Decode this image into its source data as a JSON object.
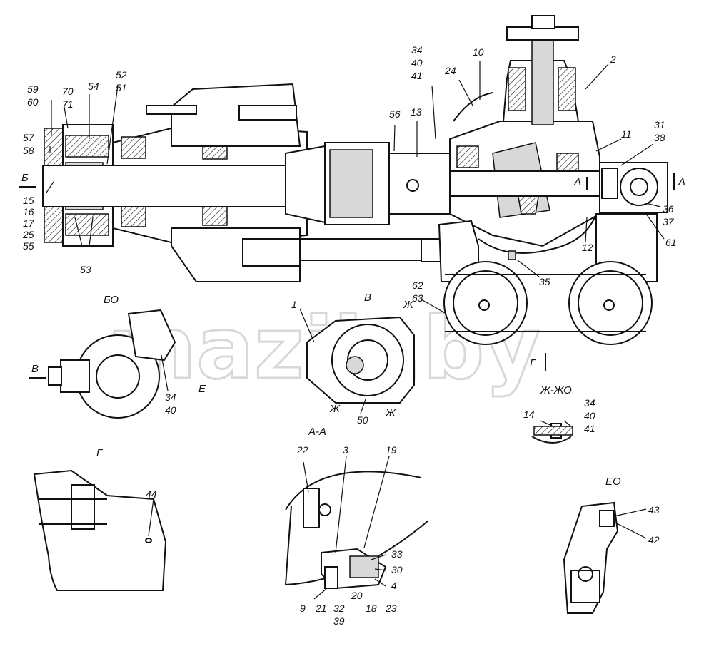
{
  "watermark": "mazik.by",
  "views": {
    "bo": "БО",
    "v": "В",
    "eo": "ЕО",
    "g": "Г",
    "aa": "А-А",
    "zh_zho": "Ж-ЖО"
  },
  "section_marks": {
    "b_left": "Б",
    "a_right": "А",
    "a_inner": "А",
    "v_left": "В",
    "e": "Е",
    "zh1": "Ж",
    "zh2": "Ж",
    "zh3": "Ж",
    "g_arrow": "Г"
  },
  "callouts": {
    "c59": "59",
    "c60": "60",
    "c70": "70",
    "c71": "71",
    "c54": "54",
    "c52": "52",
    "c51": "51",
    "c57": "57",
    "c58": "58",
    "c15": "15",
    "c16": "16",
    "c17": "17",
    "c25": "25",
    "c55": "55",
    "c53": "53",
    "c56": "56",
    "c13": "13",
    "c34a": "34",
    "c40a": "40",
    "c41a": "41",
    "c24": "24",
    "c10": "10",
    "c2": "2",
    "c11": "11",
    "c31": "31",
    "c38": "38",
    "c36": "36",
    "c37": "37",
    "c61": "61",
    "c12": "12",
    "c35": "35",
    "c62": "62",
    "c63": "63",
    "c1": "1",
    "c50": "50",
    "c34b": "34",
    "c40b": "40",
    "c14": "14",
    "c34c": "34",
    "c40c": "40",
    "c41c": "41",
    "c44": "44",
    "c22": "22",
    "c3": "3",
    "c19": "19",
    "c33": "33",
    "c30": "30",
    "c4": "4",
    "c9": "9",
    "c21": "21",
    "c32": "32",
    "c39": "39",
    "c20": "20",
    "c18": "18",
    "c23": "23",
    "c43": "43",
    "c42": "42"
  }
}
